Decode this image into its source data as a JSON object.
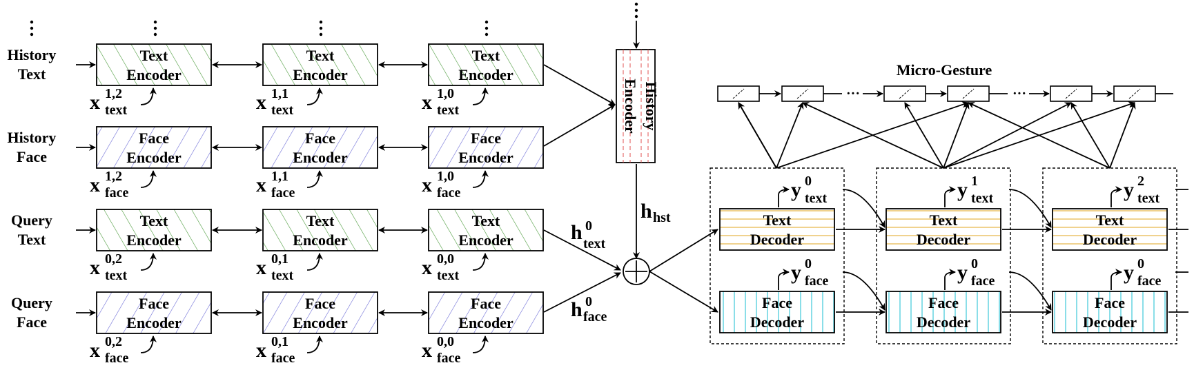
{
  "row_labels": [
    {
      "line1": "History",
      "line2": "Text"
    },
    {
      "line1": "History",
      "line2": "Face"
    },
    {
      "line1": "Query",
      "line2": "Text"
    },
    {
      "line1": "Query",
      "line2": "Face"
    }
  ],
  "text_encoder": {
    "line1": "Text",
    "line2": "Encoder"
  },
  "face_encoder": {
    "line1": "Face",
    "line2": "Encoder"
  },
  "history_encoder": {
    "line1": "History",
    "line2": "Encoder"
  },
  "text_decoder": {
    "line1": "Text",
    "line2": "Decoder"
  },
  "face_decoder": {
    "line1": "Face",
    "line2": "Decoder"
  },
  "micro_gesture_title": "Micro-Gesture",
  "x_symbol": "x",
  "y_symbol": "y",
  "h_symbol": "h",
  "sub_text": "text",
  "sub_face": "face",
  "sub_hst": "hst",
  "input_sups": [
    [
      "1,2",
      "1,1",
      "1,0"
    ],
    [
      "1,2",
      "1,1",
      "1,0"
    ],
    [
      "0,2",
      "0,1",
      "0,0"
    ],
    [
      "0,2",
      "0,1",
      "0,0"
    ]
  ],
  "h_sup": "0",
  "decoder_text_sups": [
    "0",
    "1",
    "2"
  ],
  "decoder_face_sups": [
    "0",
    "0",
    "0"
  ],
  "ellipsis_h": "···",
  "colors": {
    "text_hatch": "#4a9a3a",
    "face_hatch": "#6b6bd6",
    "text_dec_lines": "#e8b84a",
    "face_dec_lines": "#3cc8d8",
    "history_dash": "#e05050"
  }
}
